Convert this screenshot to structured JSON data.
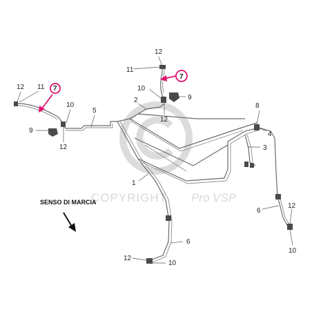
{
  "watermark": {
    "text": "COPYRIGHT",
    "brand": "Pro VSP"
  },
  "direction": {
    "label": "SENSO DI MARCIA"
  },
  "callouts": {
    "c1": "1",
    "c2": "2",
    "c3": "3",
    "c4": "4",
    "c5": "5",
    "c6_bottom": "6",
    "c6_right": "6",
    "c7_left": "7",
    "c7_top": "7",
    "c8": "8",
    "c9_left": "9",
    "c9_top": "9",
    "c10_left": "10",
    "c10_top": "10",
    "c10_bottom": "10",
    "c10_right": "10",
    "c11_left": "11",
    "c11_top": "11",
    "c12_left_top": "12",
    "c12_left_bottom": "12",
    "c12_top_top": "12",
    "c12_top_bottom": "12",
    "c12_bottom": "12",
    "c12_right": "12"
  },
  "colors": {
    "highlight": "#e0106c",
    "pipe": "#6a6a6a",
    "watermark": "#d8d8d8"
  }
}
